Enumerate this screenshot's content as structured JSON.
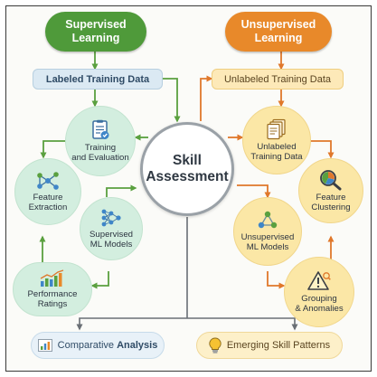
{
  "center": {
    "title": "Skill\nAssessment"
  },
  "supervised": {
    "header": [
      "Supervised",
      "Learning"
    ],
    "bar": "Labeled Training Data",
    "nodes": {
      "training": "Training\nand Evaluation",
      "feature_extraction": "Feature\nExtraction",
      "ml_models": "Supervised\nML Models",
      "performance": "Performance\nRatings"
    },
    "bottom": {
      "prefix": "Comparative ",
      "bold": "Analysis"
    }
  },
  "unsupervised": {
    "header": [
      "Unsupervised",
      "Learning"
    ],
    "bar": "Unlabeled Training Data",
    "nodes": {
      "unlabeled_data": "Unlabeled\nTraining Data",
      "clustering": "Feature\nClustering",
      "ml_models": "Unsupervised\nML Models",
      "grouping": "Grouping\n& Anomalies"
    },
    "bottom": "Emerging Skill Patterns"
  },
  "colors": {
    "green_dark": "#4f9a3a",
    "green_arrow": "#5aa03f",
    "orange_dark": "#e8892a",
    "orange_arrow": "#e0782b",
    "green_fill": "#d3eedf",
    "orange_fill": "#fbe7a6",
    "blue_bar": "#dbe9f3",
    "cream_bar": "#fde9b8"
  },
  "icons": {
    "training": "checklist-icon",
    "feature_extraction": "network-icon",
    "ml_models": "neural-network-icon",
    "performance": "bar-chart-icon",
    "unlabeled_data": "documents-icon",
    "clustering": "magnifier-pie-icon",
    "unsup_models": "cluster-nodes-icon",
    "grouping": "warning-icon",
    "comparative": "mini-chart-icon",
    "emerging": "lightbulb-icon"
  }
}
